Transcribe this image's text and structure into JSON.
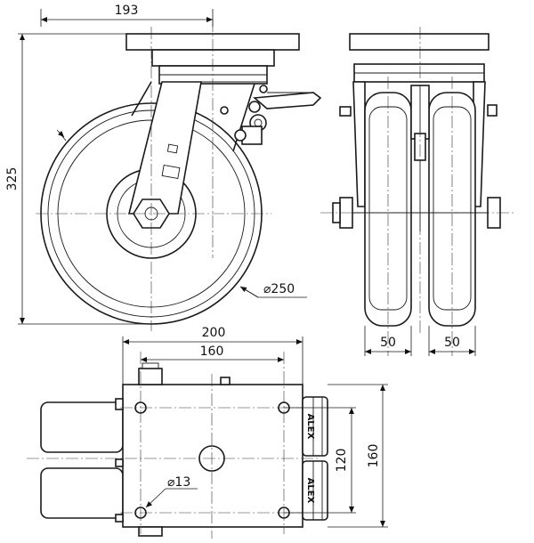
{
  "drawing": {
    "dimensions": {
      "offset_width": "193",
      "height": "325",
      "wheel_diameter": "⌀250",
      "wheel_width_left": "50",
      "wheel_width_right": "50",
      "plate_length": "200",
      "bolt_spacing_length": "160",
      "bolt_spacing_width": "120",
      "plate_width": "160",
      "bolt_hole_diameter": "⌀13"
    },
    "brand_labels": [
      "ALEX",
      "ALEX"
    ]
  }
}
